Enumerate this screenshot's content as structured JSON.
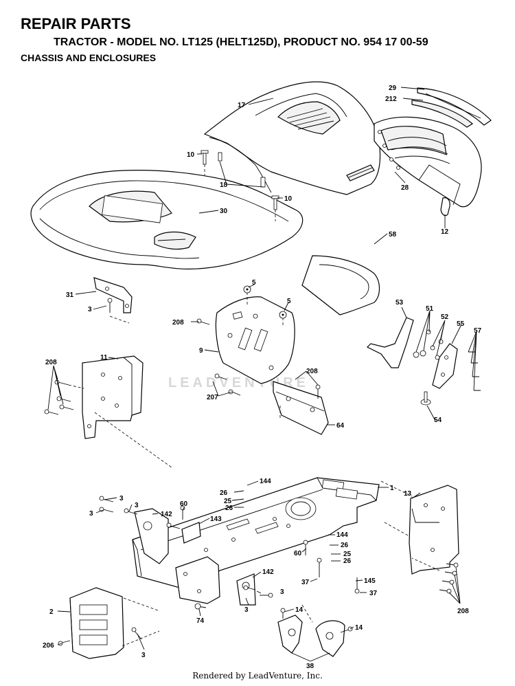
{
  "header": {
    "title": "REPAIR PARTS",
    "model_line": "TRACTOR - MODEL NO. LT125 (HELT125D), PRODUCT NO. 954 17 00-59",
    "section": "CHASSIS AND ENCLOSURES"
  },
  "watermark": "LEADVENTURE",
  "footer": "Rendered by LeadVenture, Inc.",
  "callouts": {
    "c17": "17",
    "c29": "29",
    "c212": "212",
    "c10a": "10",
    "c18": "18",
    "c10b": "10",
    "c30": "30",
    "c28": "28",
    "c12": "12",
    "c58": "58",
    "c31": "31",
    "c3a": "3",
    "c5a": "5",
    "c5b": "5",
    "c208a": "208",
    "c9": "9",
    "c53": "53",
    "c51": "51",
    "c52": "52",
    "c55": "55",
    "c57": "57",
    "c54": "54",
    "c208b": "208",
    "c11": "11",
    "c208c": "208",
    "c207": "207",
    "c64": "64",
    "c1": "1",
    "c144a": "144",
    "c26a": "26",
    "c25a": "25",
    "c26b": "26",
    "c13": "13",
    "c3b": "3",
    "c3c": "3",
    "c3d": "3",
    "c142a": "142",
    "c60a": "60",
    "c143": "143",
    "c144b": "144",
    "c26c": "26",
    "c60b": "60",
    "c25b": "25",
    "c26d": "26",
    "c142b": "142",
    "c37a": "37",
    "c145": "145",
    "c37b": "37",
    "c3e": "3",
    "c3f": "3",
    "c2": "2",
    "c74": "74",
    "c208d": "208",
    "c14a": "14",
    "c14b": "14",
    "c206": "206",
    "c3g": "3",
    "c38": "38"
  }
}
